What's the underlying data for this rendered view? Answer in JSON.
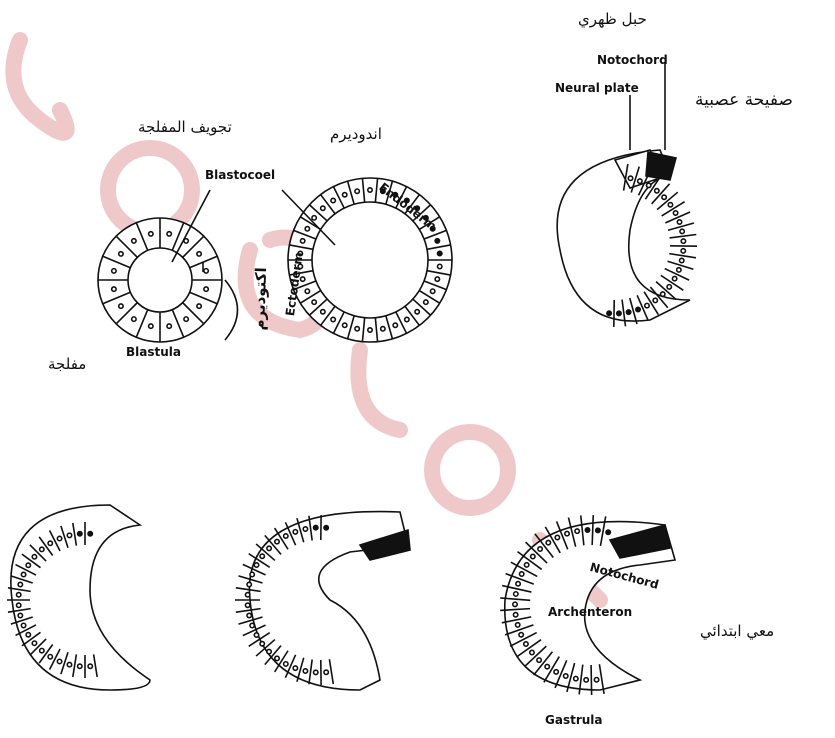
{
  "labels_en": {
    "notochord_top": "Notochord",
    "neural_plate": "Neural plate",
    "blastocoel": "Blastocoel",
    "endoderm": "Endoderm",
    "ectoderm": "Ectoderm",
    "blastula": "Blastula",
    "notochord_bottom": "Notochord",
    "archenteron": "Archenteron",
    "gastrula": "Gastrula"
  },
  "labels_ar": {
    "dorsal_cord": "حبل ظهري",
    "neural_plate": "صفيحة عصبية",
    "blastocoel_cavity": "تجويف المفلجة",
    "endoderm": "اندوديرم",
    "ectoderm": "اكتوديرم",
    "blastula": "مفلجة",
    "archenteron": "معي ابتدائي"
  },
  "colors": {
    "ink": "#111111",
    "cell_fill": "#ffffff",
    "watermark": "#e8b6b8"
  }
}
